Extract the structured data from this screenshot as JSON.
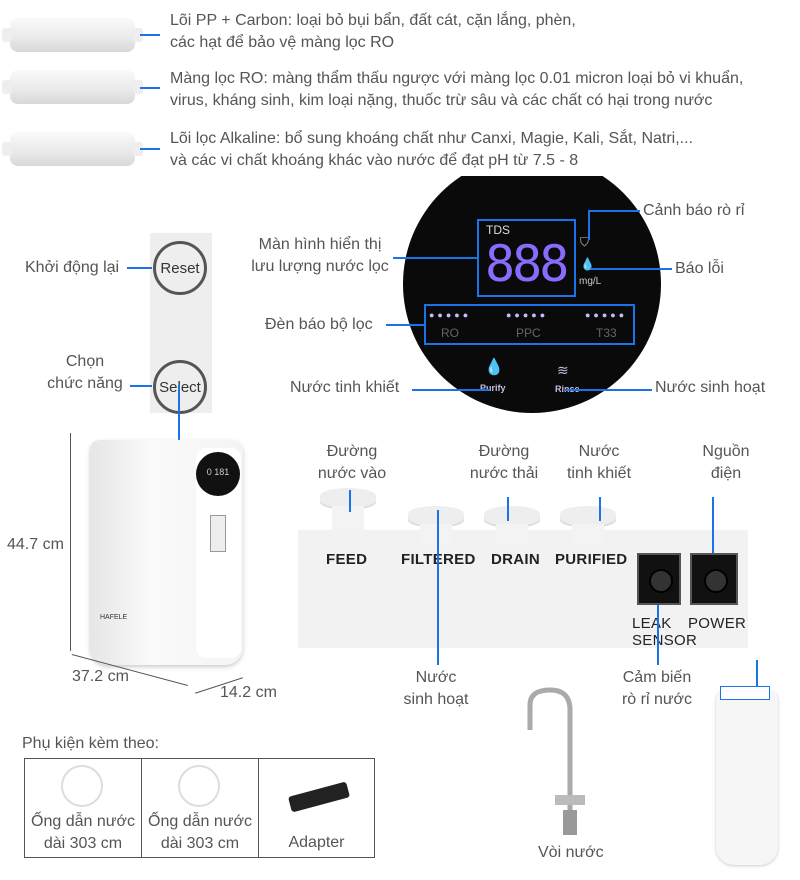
{
  "filters": [
    {
      "line1": "Lõi PP + Carbon: loại bỏ bụi bẩn, đất cát, cặn lắng, phèn,",
      "line2": "các hạt để bảo vệ màng lọc RO"
    },
    {
      "line1": "Màng lọc RO: màng thẩm thấu ngược với màng lọc 0.01 micron loại bỏ vi khuẩn,",
      "line2": "virus, kháng sinh, kim loại nặng, thuốc trừ sâu và các chất có hại trong nước"
    },
    {
      "line1": "Lõi lọc Alkaline: bổ sung khoáng chất như Canxi, Magie, Kali, Sắt, Natri,...",
      "line2": "và các vi chất khoáng khác vào nước để đạt pH từ 7.5 - 8"
    }
  ],
  "buttons": {
    "reset": "Reset",
    "select": "Select",
    "reset_label": "Khởi động lại",
    "select_label1": "Chọn",
    "select_label2": "chức năng"
  },
  "display": {
    "tds": "TDS",
    "digits": "888",
    "unit": "mg/L",
    "filters": [
      "RO",
      "PPC",
      "T33"
    ],
    "purify": "Purify",
    "rinse": "Rinse",
    "screen_label1": "Màn hình hiển thị",
    "screen_label2": "lưu lượng nước lọc",
    "filter_lights": "Đèn báo bộ lọc",
    "leak_warning": "Cảnh báo rò rỉ",
    "error": "Báo lỗi",
    "pure_water": "Nước tinh khiết",
    "domestic_water": "Nước sinh hoạt"
  },
  "unit": {
    "height": "44.7 cm",
    "width": "37.2 cm",
    "depth": "14.2 cm",
    "brand": "HAFELE",
    "mini_display": "0 181"
  },
  "ports": {
    "feed": "FEED",
    "filtered": "FILTERED",
    "drain": "DRAIN",
    "purified": "PURIFIED",
    "leak1": "LEAK",
    "leak2": "SENSOR",
    "power": "POWER",
    "in1": "Đường",
    "in2": "nước vào",
    "drain1": "Đường",
    "drain2": "nước thải",
    "pure1": "Nước",
    "pure2": "tinh khiết",
    "pow1": "Nguồn",
    "pow2": "điện",
    "dom1": "Nước",
    "dom2": "sinh hoạt",
    "sensor1": "Cảm biến",
    "sensor2": "rò rỉ nước"
  },
  "faucet": "Vòi nước",
  "accessories": {
    "title": "Phụ kiện kèm theo:",
    "items": [
      {
        "l1": "Ống dẫn nước",
        "l2": "dài 303 cm"
      },
      {
        "l1": "Ống dẫn nước",
        "l2": "dài 303 cm"
      },
      {
        "l1": "Adapter"
      }
    ]
  },
  "colors": {
    "accent": "#1a73e8",
    "display_bg": "#0a0a0a",
    "digits": "#8a6bff"
  }
}
